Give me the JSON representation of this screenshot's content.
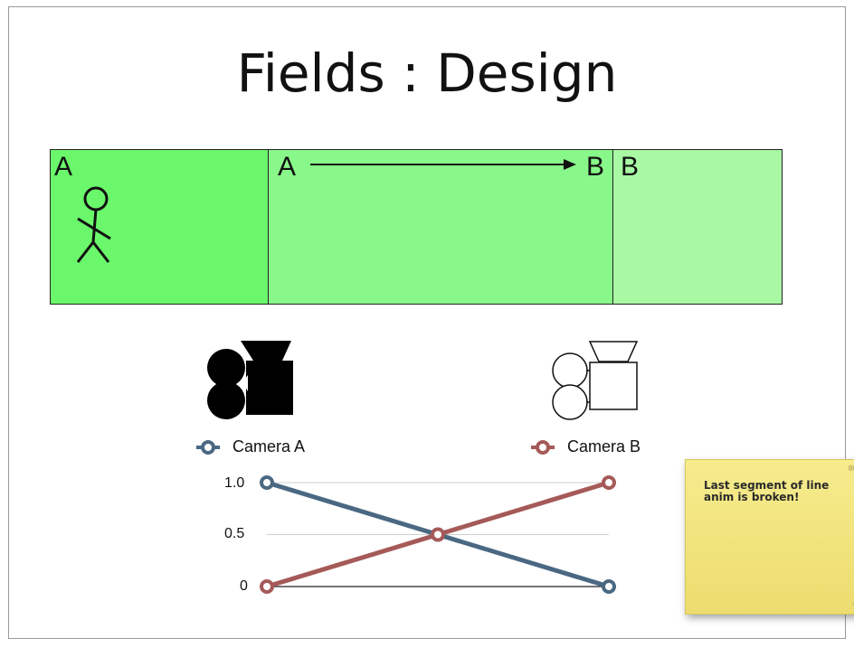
{
  "slide": {
    "title": "Fields : Design",
    "fields": [
      {
        "label": "A",
        "color": "#6bf76b"
      },
      {
        "label_left": "A",
        "label_right": "B",
        "color": "#88f88a"
      },
      {
        "label": "B",
        "color": "#a9f9a4"
      }
    ],
    "icons": {
      "figure": "stick-figure-icon",
      "camera_a": "camera-filled-icon",
      "camera_b": "camera-outline-icon",
      "arrow": "arrow-right-icon"
    }
  },
  "chart_data": {
    "type": "line",
    "x": [
      0,
      0.5,
      1
    ],
    "ylim": [
      0,
      1
    ],
    "yticks": [
      "1.0",
      "0.5",
      "0"
    ],
    "series": [
      {
        "name": "Camera A",
        "values": [
          1.0,
          0.5,
          0
        ],
        "color": "#4a6882"
      },
      {
        "name": "Camera B",
        "values": [
          0,
          0.5,
          1.0
        ],
        "color": "#a55a58"
      }
    ],
    "legend": "top"
  },
  "sticky_note": {
    "text": "Last segment of line anim is broken!",
    "close_glyph": "⊗",
    "grip_glyph": "⁄"
  }
}
